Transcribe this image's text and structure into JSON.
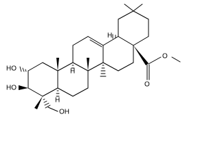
{
  "molecule": {
    "atom_labels": {
      "ho_c2": "HO",
      "ho_c3": "HO",
      "oh_c23": "OH",
      "h_c5": "H",
      "h_c9": "H",
      "h_c18": "H",
      "o_carbonyl": "O",
      "o_ester": "O"
    }
  }
}
